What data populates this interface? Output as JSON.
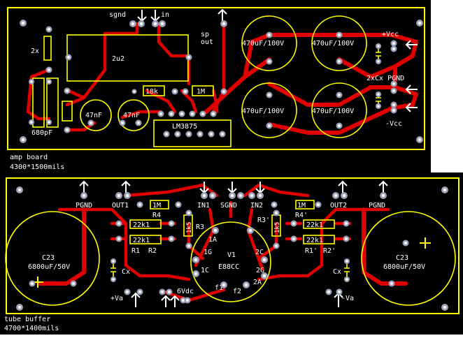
{
  "amp_board": {
    "caption": "amp board",
    "size": "4300*1500mils",
    "labels": {
      "sgnd": "sgnd",
      "in": "in",
      "sp_out_1": "sp",
      "sp_out_2": "out",
      "cap_2u2": "2u2",
      "res_2x": "2x",
      "cap_680pf": "680pF",
      "cap_47nf_1": "47nF",
      "cap_47nf_2": "47nF",
      "res_18k": "18k",
      "res_1m": "1M",
      "ic": "LM3875",
      "c_470_1": "470uF/100V",
      "c_470_2": "470uF/100V",
      "c_470_3": "470uF/100V",
      "c_470_4": "470uF/100V",
      "plus_vcc": "+Vcc",
      "minus_vcc": "-Vcc",
      "cx_pgnd": "2xCx PGND"
    }
  },
  "tube_buffer": {
    "caption": "tube buffer",
    "size": "4700*1400mils",
    "labels": {
      "pgnd_l": "PGND",
      "out1": "OUT1",
      "in1": "IN1",
      "sgnd": "SGND",
      "in2": "IN2",
      "out2": "OUT2",
      "pgnd_r": "PGND",
      "r4_val": "1M",
      "r4": "R4",
      "r4p_val": "1M",
      "r4p": "R4'",
      "r1_val": "22k1",
      "r2_val": "22k1",
      "r1": "R1",
      "r2": "R2",
      "r1p_val": "22k1",
      "r2p_val": "22k1",
      "r1p": "R1'",
      "r2p": "R2'",
      "r3": "R3",
      "r3p": "R3'",
      "r3_val": "1k5",
      "r3p_val": "1k5",
      "c23_l": "C23",
      "c23_l_val": "6800uF/50V",
      "c23_r": "C23",
      "c23_r_val": "6800uF/50V",
      "cx_l": "Cx",
      "cx_r": "Cx",
      "plus_va": "+Va",
      "minus_va": "-Va",
      "v1": "V1",
      "tube": "E88CC",
      "vdc": "6Vdc",
      "pin_1a": "1A",
      "pin_1g": "1G",
      "pin_1c": "1C",
      "pin_2c": "2C",
      "pin_2g": "2G",
      "pin_2a": "2A",
      "pin_f1": "f1",
      "pin_f2": "f2"
    }
  }
}
